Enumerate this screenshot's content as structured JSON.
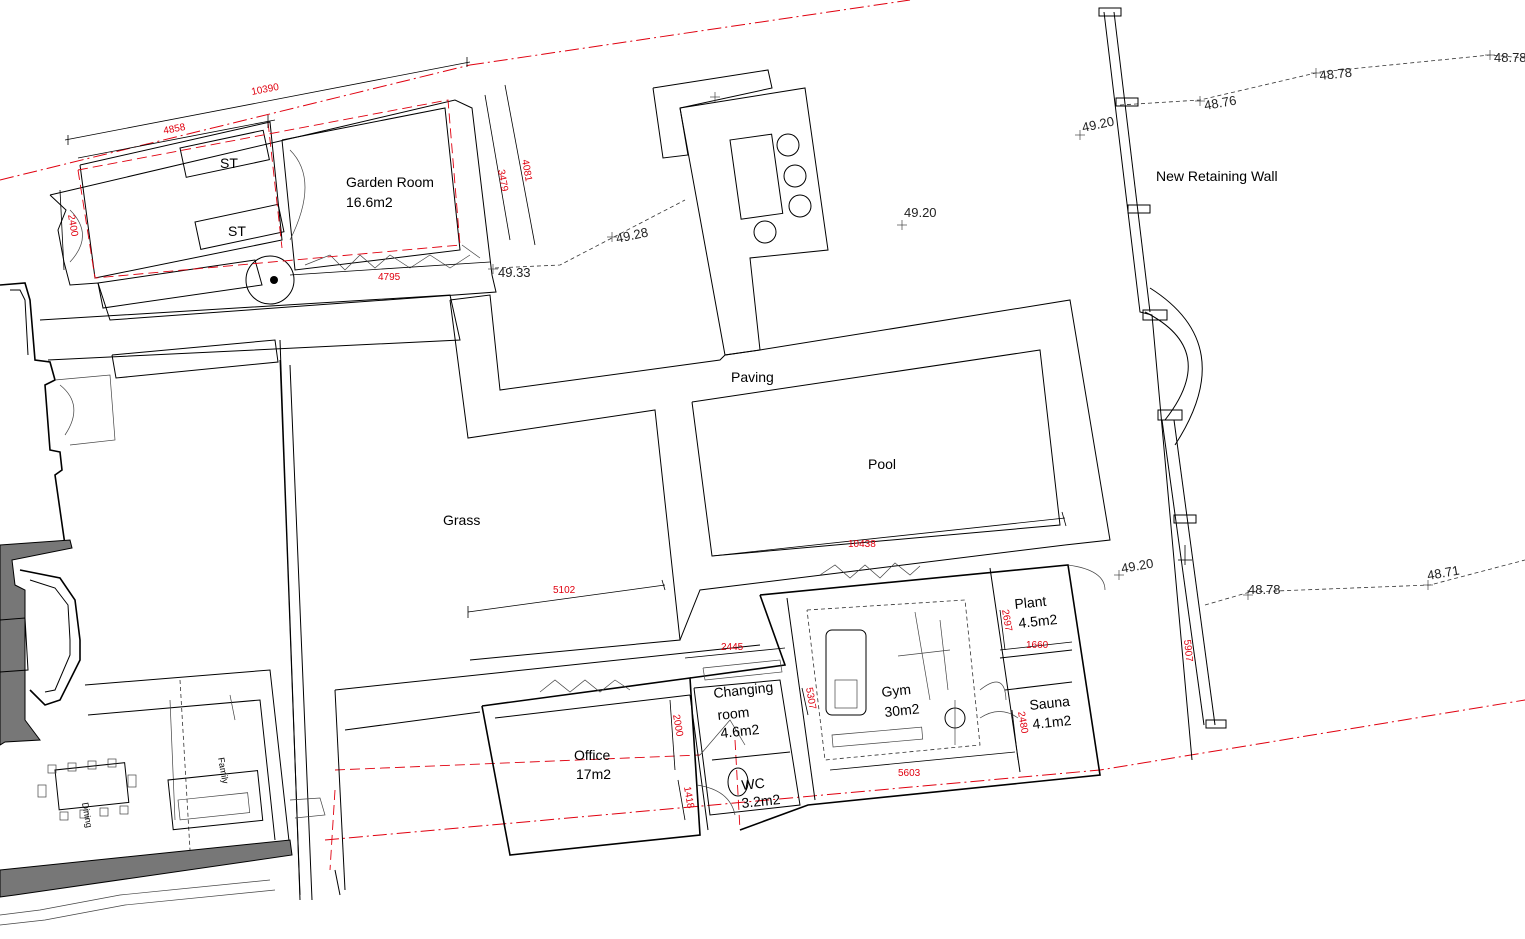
{
  "rooms": {
    "garden_room": {
      "name": "Garden Room",
      "area": "16.6m2"
    },
    "store_1": "ST",
    "store_2": "ST",
    "paving": "Paving",
    "pool": "Pool",
    "grass": "Grass",
    "office": {
      "name": "Office",
      "area": "17m2"
    },
    "changing": {
      "name_line1": "Changing",
      "name_line2": "room",
      "area": "4.6m2"
    },
    "wc": {
      "name": "WC",
      "area": "3.2m2"
    },
    "gym": {
      "name": "Gym",
      "area": "30m2"
    },
    "plant": {
      "name": "Plant",
      "area": "4.5m2"
    },
    "sauna": {
      "name": "Sauna",
      "area": "4.1m2"
    },
    "dining": "Dining",
    "family": "Family",
    "retaining_wall": "New Retaining Wall"
  },
  "dimensions": {
    "d10390": "10390",
    "d4858": "4858",
    "d3479": "3479",
    "d4081": "4081",
    "d2400": "2400",
    "d4795": "4795",
    "d10438": "10438",
    "d5102": "5102",
    "d2445": "2445",
    "d2000": "2000",
    "d1418": "1418",
    "d5307": "5307",
    "d5603": "5603",
    "d2697": "2697",
    "d1660": "1660",
    "d2480": "2480",
    "d5907": "5907"
  },
  "levels": {
    "l1": "49.28",
    "l2": "49.33",
    "l3": "49.20",
    "l4": "49.20",
    "l5": "48.76",
    "l6": "48.78",
    "l7": "48.78",
    "l8": "49.20",
    "l9": "48.78",
    "l10": "48.71"
  },
  "colors": {
    "boundary": "#e0000f",
    "lines": "#000000",
    "background": "#ffffff"
  }
}
